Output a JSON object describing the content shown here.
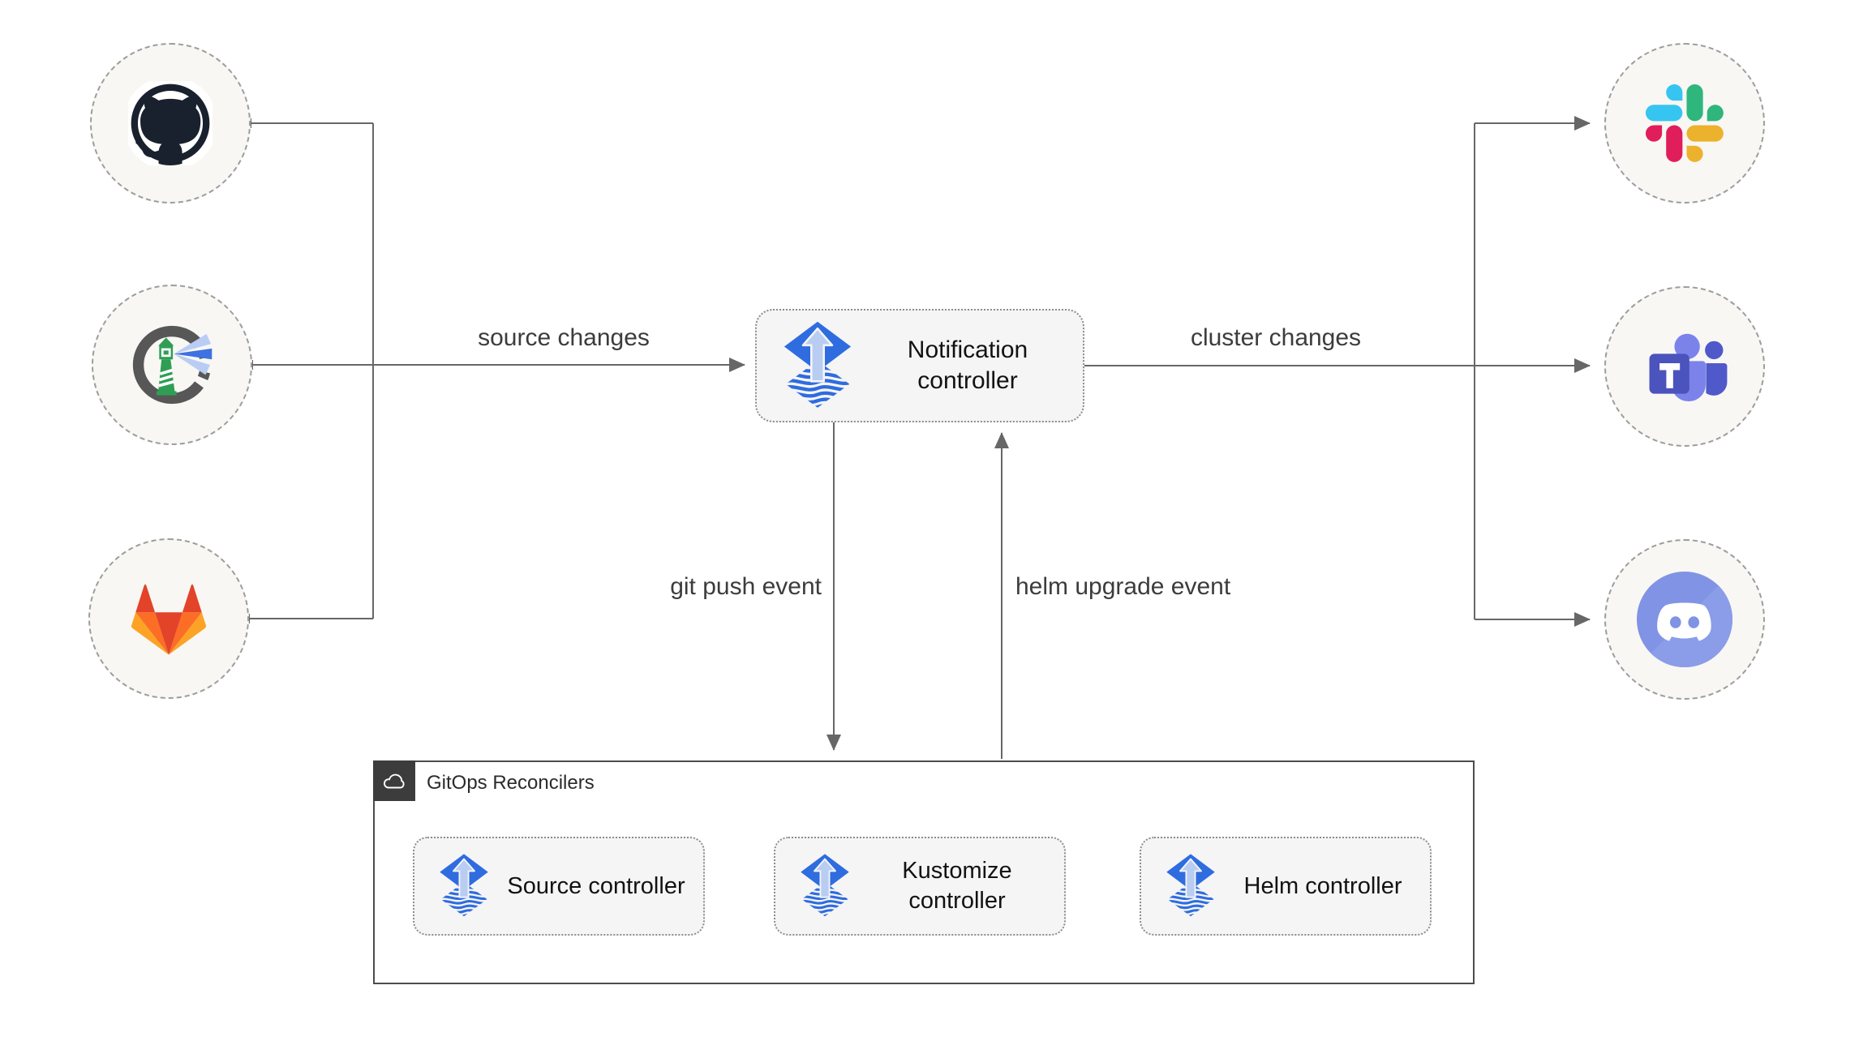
{
  "sources": [
    {
      "icon": "github-icon"
    },
    {
      "icon": "harbor-icon"
    },
    {
      "icon": "gitlab-icon"
    }
  ],
  "targets": [
    {
      "icon": "slack-icon"
    },
    {
      "icon": "teams-icon"
    },
    {
      "icon": "discord-icon"
    }
  ],
  "edges": {
    "source_changes": "source changes",
    "cluster_changes": "cluster changes",
    "git_push_event": "git push event",
    "helm_upgrade_event": "helm upgrade event"
  },
  "notification_box": {
    "icon": "flux-icon",
    "label": "Notification controller"
  },
  "gitops_group": {
    "icon": "cloud-icon",
    "title": "GitOps Reconcilers",
    "controllers": [
      {
        "icon": "flux-icon",
        "label": "Source controller"
      },
      {
        "icon": "flux-icon",
        "label": "Kustomize controller"
      },
      {
        "icon": "flux-icon",
        "label": "Helm controller"
      }
    ]
  },
  "colors": {
    "line": "#676767",
    "box_fill": "#f5f5f5",
    "flux_blue": "#2e6ce0",
    "flux_arrow": "#b9cdf3",
    "github_dark": "#18212d",
    "harbor_green": "#2f9e54",
    "gitlab_red": "#e24329",
    "gitlab_orange": "#fc6d26",
    "gitlab_yellow": "#fca326",
    "slack_blue": "#36c5f0",
    "slack_green": "#2eb67d",
    "slack_pink": "#e01e5a",
    "slack_yellow": "#ecb22e",
    "teams_purple": "#4b53bc",
    "teams_light_purple": "#7b83eb",
    "discord_blurple": "#8193e4"
  }
}
